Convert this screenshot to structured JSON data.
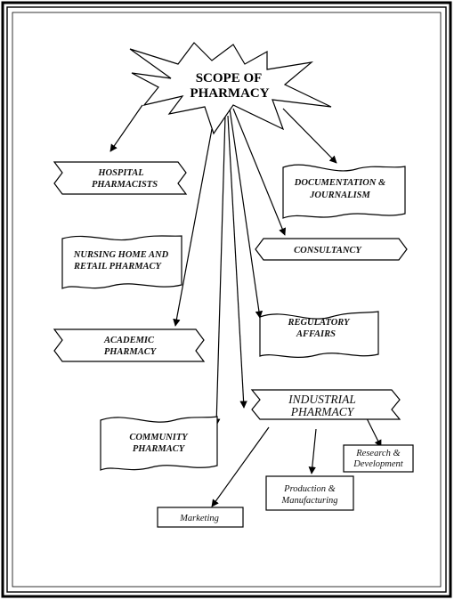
{
  "diagram": {
    "root": {
      "lines": [
        "SCOPE OF",
        "PHARMACY"
      ]
    },
    "nodes": [
      {
        "id": "hospital",
        "lines": [
          "HOSPITAL",
          "PHARMACISTS"
        ]
      },
      {
        "id": "documentation",
        "lines": [
          "DOCUMENTATION &",
          "JOURNALISM"
        ]
      },
      {
        "id": "nursing",
        "lines": [
          "NURSING HOME AND",
          "RETAIL PHARMACY"
        ]
      },
      {
        "id": "consultancy",
        "lines": [
          "CONSULTANCY"
        ]
      },
      {
        "id": "academic",
        "lines": [
          "ACADEMIC",
          "PHARMACY"
        ]
      },
      {
        "id": "regulatory",
        "lines": [
          "REGULATORY",
          "AFFAIRS"
        ]
      },
      {
        "id": "industrial",
        "lines": [
          "INDUSTRIAL",
          "PHARMACY"
        ]
      },
      {
        "id": "community",
        "lines": [
          "COMMUNITY",
          "PHARMACY"
        ]
      },
      {
        "id": "research",
        "lines": [
          "Research &",
          "Development"
        ]
      },
      {
        "id": "production",
        "lines": [
          "Production &",
          "Manufacturing"
        ]
      },
      {
        "id": "marketing",
        "lines": [
          "Marketing"
        ]
      }
    ],
    "edges": [
      {
        "from": "root",
        "to": "hospital"
      },
      {
        "from": "root",
        "to": "documentation"
      },
      {
        "from": "root",
        "to": "consultancy"
      },
      {
        "from": "root",
        "to": "regulatory"
      },
      {
        "from": "root",
        "to": "academic"
      },
      {
        "from": "root",
        "to": "industrial"
      },
      {
        "from": "root",
        "to": "community"
      },
      {
        "from": "industrial",
        "to": "research"
      },
      {
        "from": "industrial",
        "to": "production"
      },
      {
        "from": "industrial",
        "to": "marketing"
      }
    ]
  }
}
